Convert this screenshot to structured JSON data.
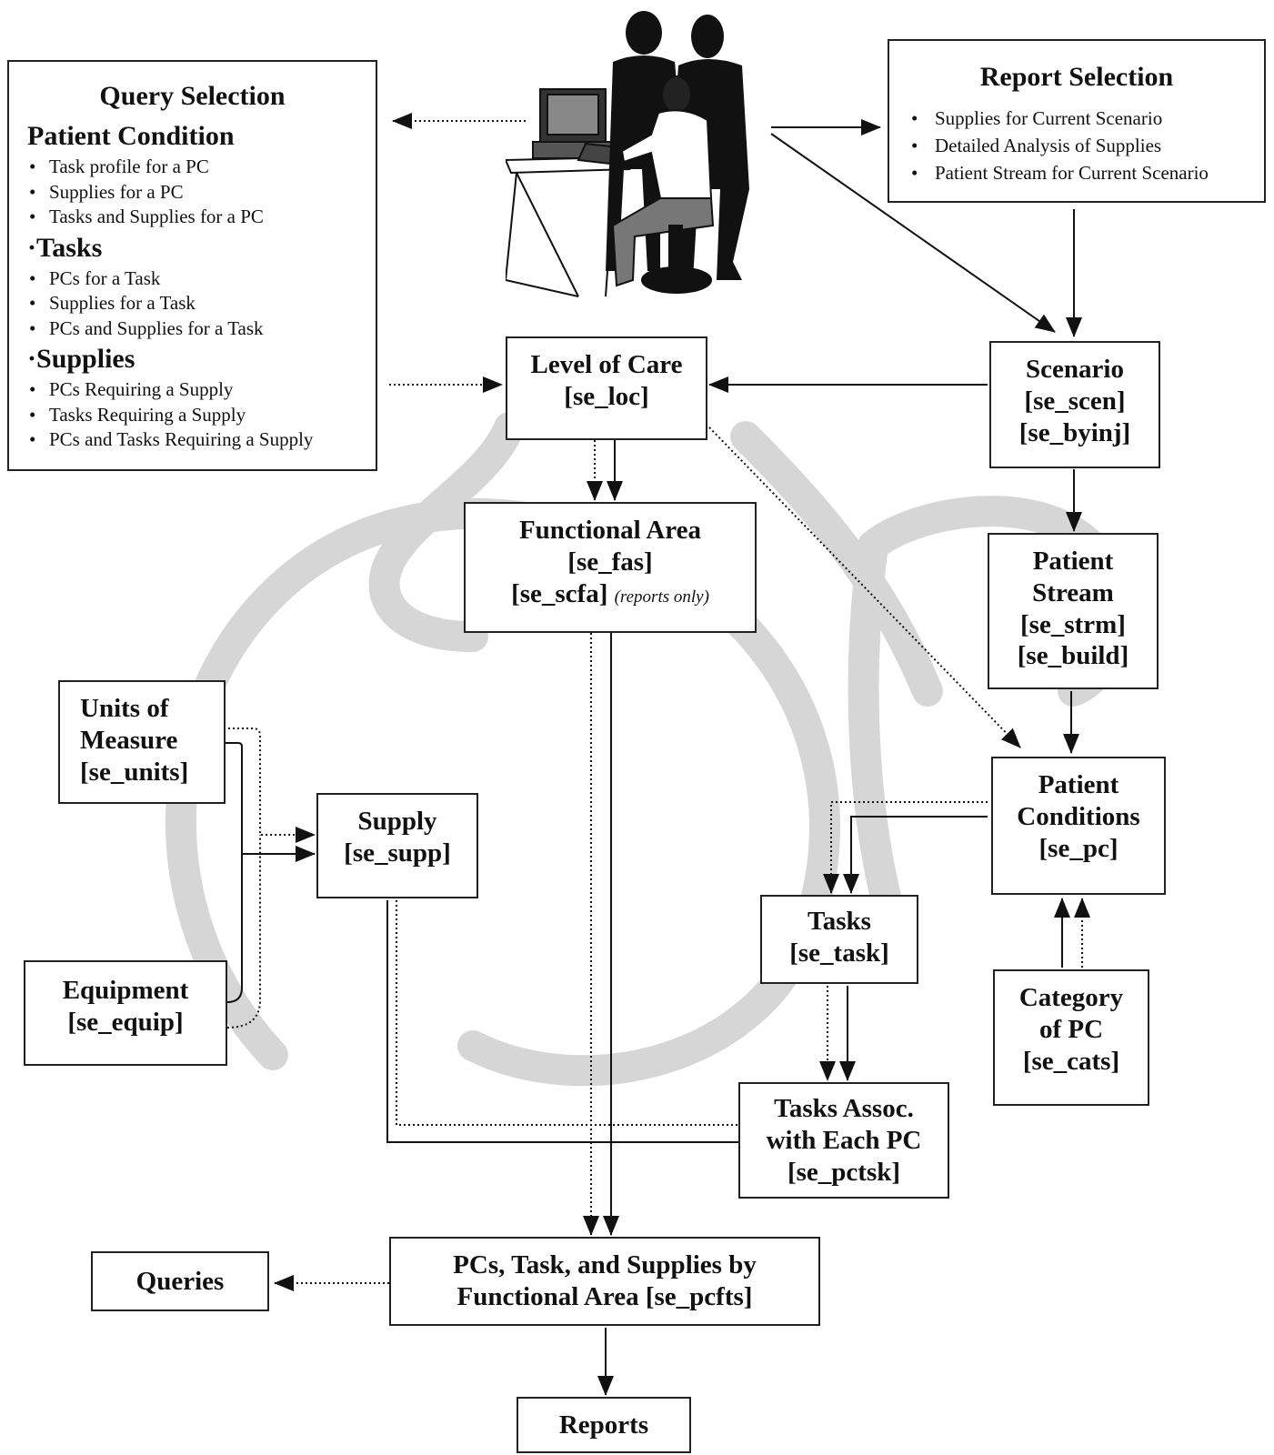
{
  "query_selection": {
    "title": "Query Selection",
    "groups": [
      {
        "title": "Patient Condition",
        "items": [
          "Task profile for a PC",
          "Supplies for a PC",
          "Tasks and Supplies for a PC"
        ]
      },
      {
        "title": "·Tasks",
        "items": [
          "PCs for a Task",
          "Supplies for a Task",
          "PCs and Supplies for a Task"
        ]
      },
      {
        "title": "·Supplies",
        "items": [
          "PCs Requiring a Supply",
          "Tasks Requiring a Supply",
          "PCs and Tasks Requiring a Supply"
        ]
      }
    ]
  },
  "report_selection": {
    "title": "Report Selection",
    "items": [
      "Supplies for Current Scenario",
      "Detailed Analysis of Supplies",
      "Patient Stream for Current Scenario"
    ]
  },
  "boxes": {
    "level_of_care": [
      "Level of Care",
      "[se_loc]"
    ],
    "scenario": [
      "Scenario",
      "[se_scen]",
      "[se_byinj]"
    ],
    "functional_area": [
      "Functional Area",
      "[se_fas]",
      "[se_scfa]"
    ],
    "functional_area_note": "(reports only)",
    "patient_stream": [
      "Patient",
      "Stream",
      "[se_strm]",
      "[se_build]"
    ],
    "units_of_measure": [
      "Units of",
      "Measure",
      "[se_units]"
    ],
    "supply": [
      "Supply",
      "[se_supp]"
    ],
    "patient_conditions": [
      "Patient",
      "Conditions",
      "[se_pc]"
    ],
    "tasks": [
      "Tasks",
      "[se_task]"
    ],
    "equipment": [
      "Equipment",
      "[se_equip]"
    ],
    "category_of_pc": [
      "Category",
      "of PC",
      "[se_cats]"
    ],
    "tasks_assoc": [
      "Tasks Assoc.",
      "with Each PC",
      "[se_pctsk]"
    ],
    "pcs_tasks_supplies": [
      "PCs, Task, and Supplies by",
      "Functional Area [se_pcfts]"
    ],
    "queries": "Queries",
    "reports": "Reports"
  },
  "colors": {
    "line": "#111111",
    "watermark": "#c8c8c8"
  }
}
